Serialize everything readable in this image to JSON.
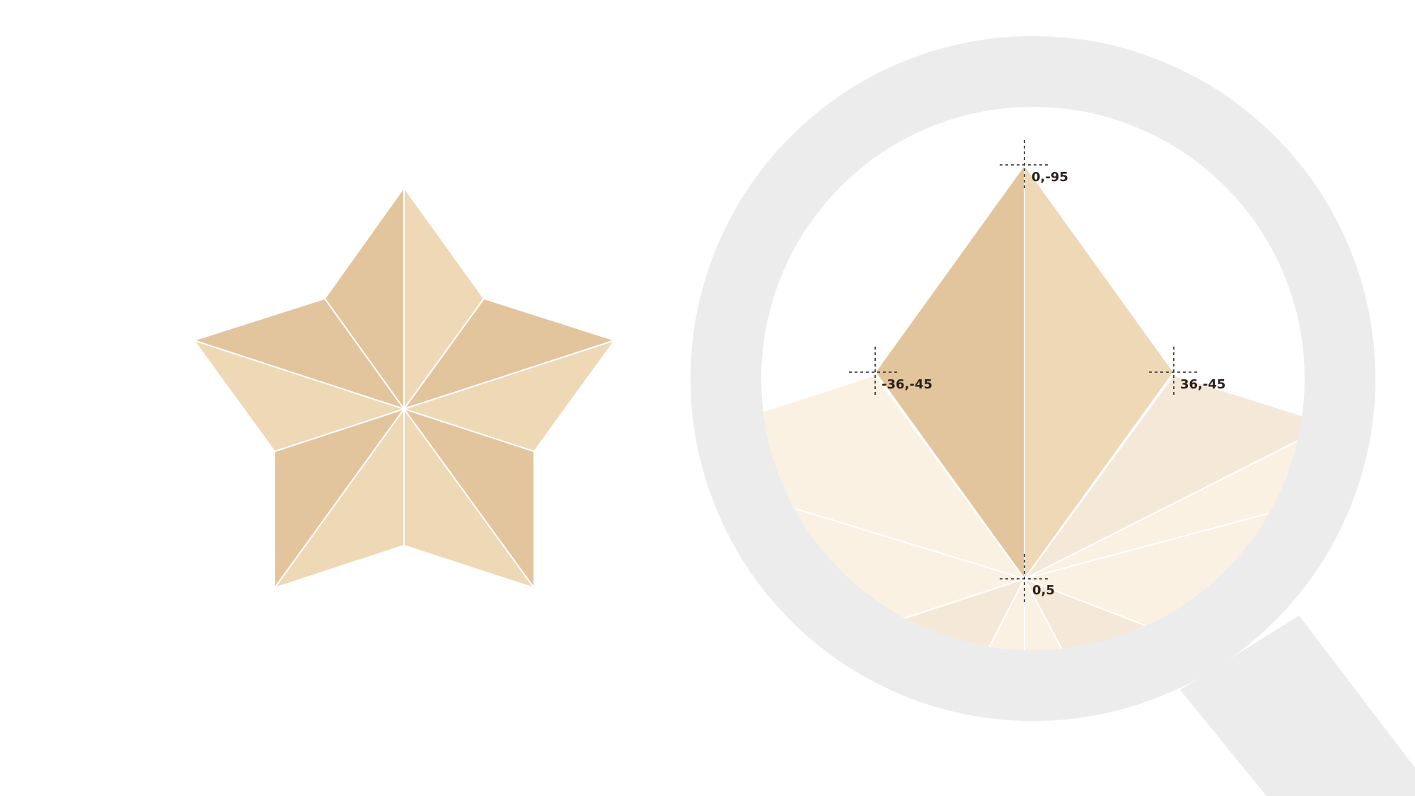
{
  "colors": {
    "background": "#ffffff",
    "star_dark": "#e2c49d",
    "star_light": "#eed8b6",
    "faded_dark": "#f4e8d8",
    "faded_light": "#faf1e3",
    "magnifier": "#ececec",
    "annotation": "#2b211a",
    "seam": "#ffffff"
  },
  "icons": {
    "star": "star-icon",
    "magnifier": "magnifying-glass-icon"
  },
  "star_points": [
    {
      "label": "0,-95"
    },
    {
      "label": "-36,-45"
    },
    {
      "label": "36,-45"
    },
    {
      "label": "0,5"
    }
  ]
}
